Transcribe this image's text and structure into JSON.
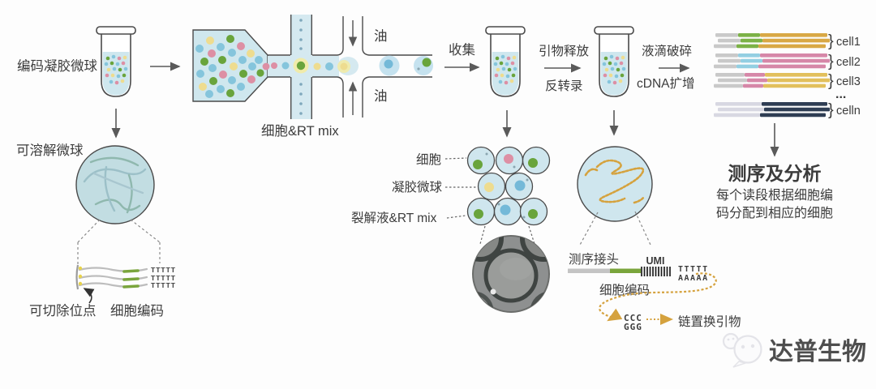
{
  "labels": {
    "encoded_gel_beads": "编码凝胶微球",
    "dissolvable_bead": "可溶解微球",
    "cleavable_site": "可切除位点",
    "cell_barcode_left": "细胞编码",
    "tail_t_rows": [
      "TTTTT",
      "TTTTT",
      "TTTTT"
    ],
    "cell_rt_mix": "细胞&RT mix",
    "oil_top": "油",
    "oil_bottom": "油",
    "collect": "收集",
    "primer_release": "引物释放",
    "reverse_transcription": "反转录",
    "droplet_break": "液滴破碎",
    "cdna_amplification": "cDNA扩增",
    "cell": "细胞",
    "gel_bead": "凝胶微球",
    "lysis_rt_mix": "裂解液&RT mix",
    "seq_adapter": "测序接头",
    "umi": "UMI",
    "t_tail": "TTTTT",
    "a_tail": "AAAAA",
    "cell_barcode_construct": "细胞编码",
    "ccc": "CCC",
    "ggg": "GGG",
    "strand_displacement_primer": "链置换引物",
    "ellipsis": "..."
  },
  "analysis": {
    "title": "测序及分析",
    "line1": "每个读段根据细胞编",
    "line2": "码分配到相应的细胞"
  },
  "reads": {
    "brace": "}",
    "groups": [
      {
        "label": "cell1",
        "segments": [
          {
            "color": "#c9c9c9",
            "w": 28
          },
          {
            "color": "#7cb247",
            "w": 27
          },
          {
            "color": "#d9a845",
            "w": 83
          }
        ]
      },
      {
        "label": "cell2",
        "segments": [
          {
            "color": "#c9c9c9",
            "w": 28
          },
          {
            "color": "#93cfe2",
            "w": 27
          },
          {
            "color": "#d687a8",
            "w": 83
          }
        ]
      },
      {
        "label": "cell3",
        "segments": [
          {
            "color": "#c9c9c9",
            "w": 36
          },
          {
            "color": "#d687a8",
            "w": 25
          },
          {
            "color": "#e2c05c",
            "w": 77
          }
        ]
      },
      {
        "label": "celln",
        "segments": [
          {
            "color": "#d8d8e2",
            "w": 57
          },
          {
            "color": "#2f3e54",
            "w": 81
          }
        ]
      }
    ]
  },
  "watermark": {
    "brand": "达普生物"
  },
  "colors": {
    "bead_blue": "#85c5dc",
    "bead_green": "#69a43c",
    "bead_pink": "#dd8fa4",
    "bead_yellow": "#eedc8f",
    "fluid": "#cfe7ee",
    "outline": "#4a4a4a",
    "tan": "#d5a23e",
    "navy": "#2f3e54",
    "barcode_green": "#7aa53c"
  }
}
